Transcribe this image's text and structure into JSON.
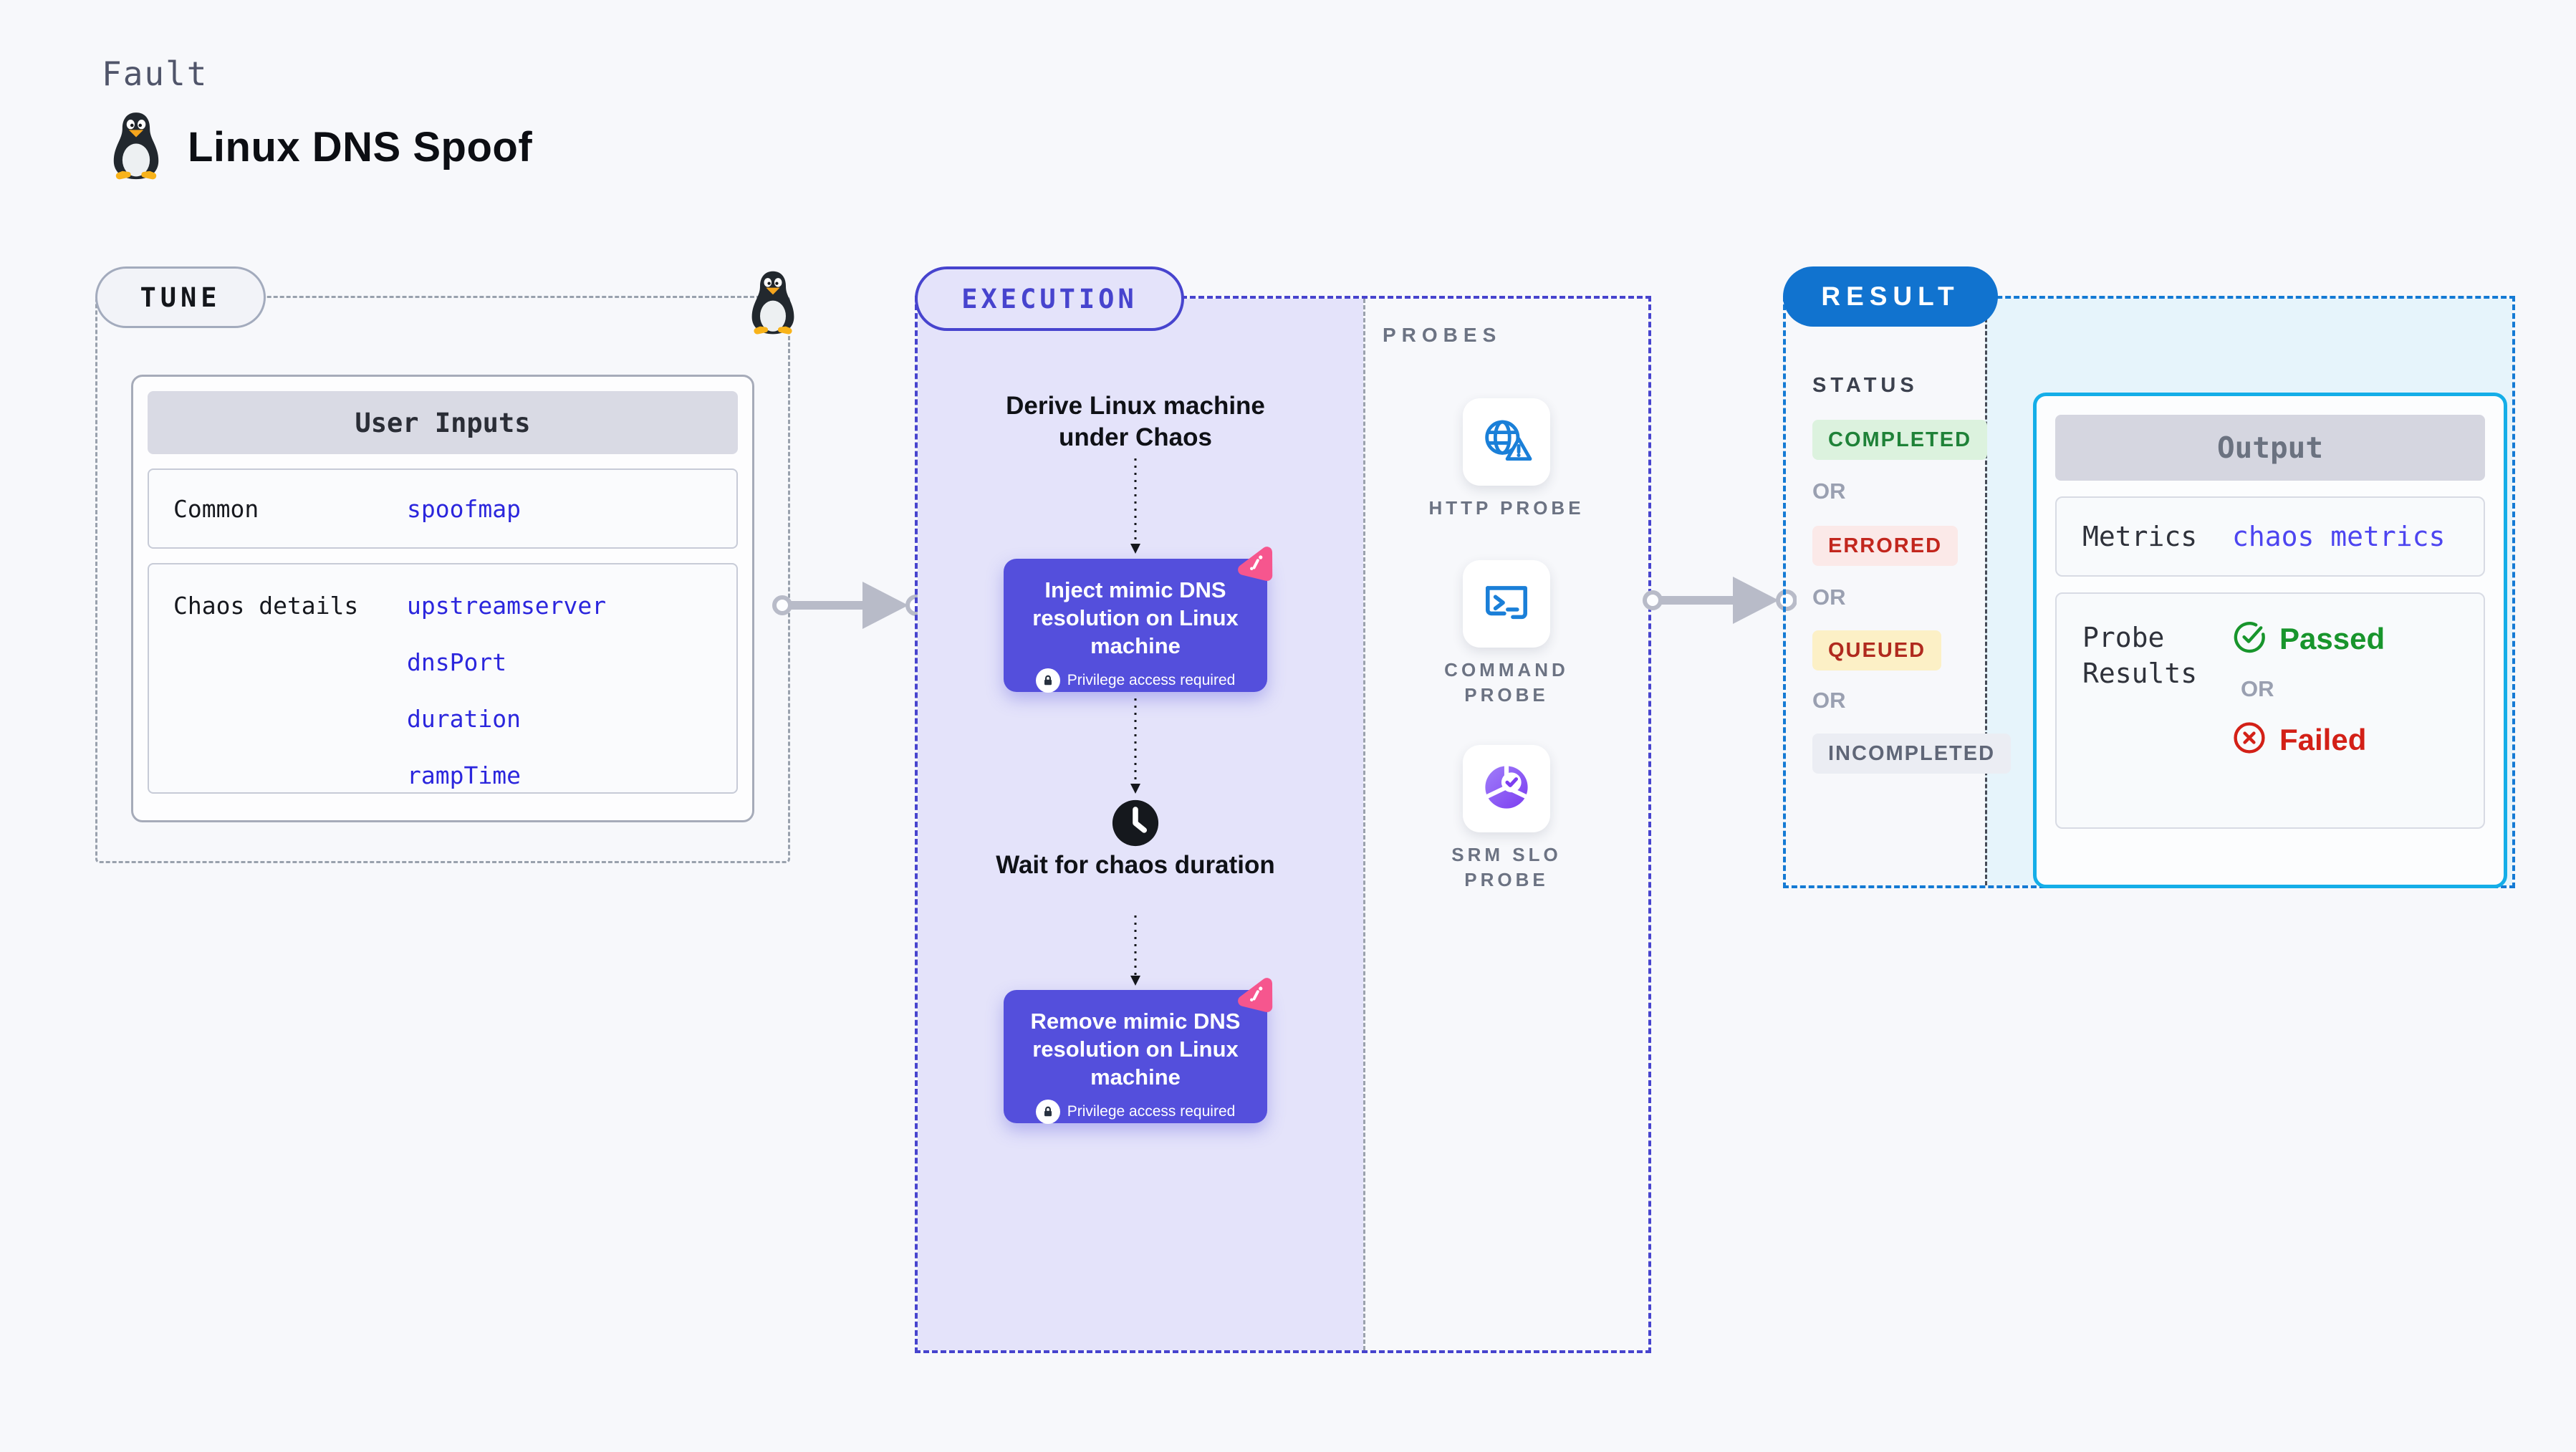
{
  "page": {
    "section_label": "Fault",
    "title": "Linux DNS Spoof",
    "background": "#f7f8fb"
  },
  "tune": {
    "badge": "TUNE",
    "user_inputs": {
      "header": "User Inputs",
      "rows": [
        {
          "label": "Common",
          "values": [
            "spoofmap"
          ]
        },
        {
          "label": "Chaos details",
          "values": [
            "upstreamserver",
            "dnsPort",
            "duration",
            "rampTime"
          ]
        }
      ]
    }
  },
  "execution": {
    "badge": "EXECUTION",
    "derive_label": "Derive Linux machine under Chaos",
    "inject_title": "Inject mimic DNS resolution on Linux machine",
    "privilege_note": "Privilege access required",
    "wait_label": "Wait for chaos duration",
    "remove_title": "Remove mimic DNS resolution on Linux machine"
  },
  "probes": {
    "section_label": "PROBES",
    "items": [
      {
        "label": "HTTP PROBE",
        "icon": "globe-alert-icon"
      },
      {
        "label": "COMMAND PROBE",
        "icon": "terminal-icon"
      },
      {
        "label": "SRM SLO PROBE",
        "icon": "donut-check-icon"
      }
    ]
  },
  "result": {
    "badge": "RESULT",
    "status_label": "STATUS",
    "or_label": "OR",
    "statuses": [
      {
        "label": "COMPLETED",
        "fg": "#1f8238",
        "bg": "#dcf2de"
      },
      {
        "label": "ERRORED",
        "fg": "#c2261d",
        "bg": "#fbe9e8"
      },
      {
        "label": "QUEUED",
        "fg": "#b02a1e",
        "bg": "#fcf0c6"
      },
      {
        "label": "INCOMPLETED",
        "fg": "#5f6677",
        "bg": "#ebedf3"
      }
    ],
    "output": {
      "header": "Output",
      "metrics_label": "Metrics",
      "metrics_value": "chaos metrics",
      "probe_results_label": "Probe Results",
      "passed_label": "Passed",
      "failed_label": "Failed"
    }
  },
  "colors": {
    "accent_indigo": "#4744ce",
    "node_fill": "#544fdc",
    "result_blue": "#1173cf",
    "output_border": "#14aee8",
    "probe_icon_blue": "#1a7fd8",
    "slo_purple": "#7c3df0",
    "litmus_pink": "#f6568e",
    "arrow_gray": "#b8bbc8",
    "passed_green": "#18952c",
    "failed_red": "#d32017",
    "metrics_value_blue": "#4d45f0",
    "input_value_blue": "#2b26dd"
  }
}
